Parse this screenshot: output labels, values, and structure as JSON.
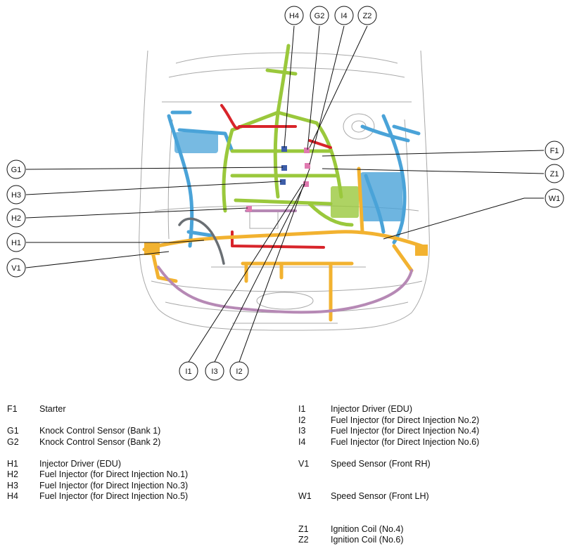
{
  "callouts": {
    "H4": "H4",
    "G2": "G2",
    "I4": "I4",
    "Z2": "Z2",
    "F1": "F1",
    "G1": "G1",
    "Z1": "Z1",
    "H3": "H3",
    "W1": "W1",
    "H2": "H2",
    "H1": "H1",
    "V1": "V1",
    "I1": "I1",
    "I3": "I3",
    "I2": "I2"
  },
  "legend_left": [
    {
      "code": "F1",
      "label": "Starter"
    },
    {
      "gap": true
    },
    {
      "code": "G1",
      "label": "Knock Control Sensor (Bank 1)"
    },
    {
      "code": "G2",
      "label": "Knock Control Sensor (Bank 2)"
    },
    {
      "gap": true
    },
    {
      "code": "H1",
      "label": "Injector Driver (EDU)"
    },
    {
      "code": "H2",
      "label": "Fuel Injector (for Direct Injection No.1)"
    },
    {
      "code": "H3",
      "label": "Fuel Injector (for Direct Injection No.3)"
    },
    {
      "code": "H4",
      "label": "Fuel Injector (for Direct Injection No.5)"
    }
  ],
  "legend_right": [
    {
      "code": "I1",
      "label": "Injector Driver (EDU)"
    },
    {
      "code": "I2",
      "label": "Fuel Injector (for Direct Injection No.2)"
    },
    {
      "code": "I3",
      "label": "Fuel Injector (for Direct Injection No.4)"
    },
    {
      "code": "I4",
      "label": "Fuel Injector (for Direct Injection No.6)"
    },
    {
      "gap": true
    },
    {
      "code": "V1",
      "label": "Speed Sensor (Front RH)"
    },
    {
      "gap": true
    },
    {
      "gap": true
    },
    {
      "code": "W1",
      "label": "Speed Sensor (Front LH)"
    },
    {
      "gap": true
    },
    {
      "gap": true
    },
    {
      "code": "Z1",
      "label": "Ignition Coil (No.4)"
    },
    {
      "code": "Z2",
      "label": "Ignition Coil (No.6)"
    }
  ],
  "colors": {
    "body_outline": "#a9a9a9",
    "harness_green": "#9ac83c",
    "harness_blue": "#4aa3d8",
    "harness_red": "#d8242a",
    "harness_orange": "#f2b230",
    "harness_purple": "#b689b5",
    "harness_gray": "#6a6f74",
    "connector_pink": "#e07ab0",
    "connector_navy": "#3d5da8"
  }
}
